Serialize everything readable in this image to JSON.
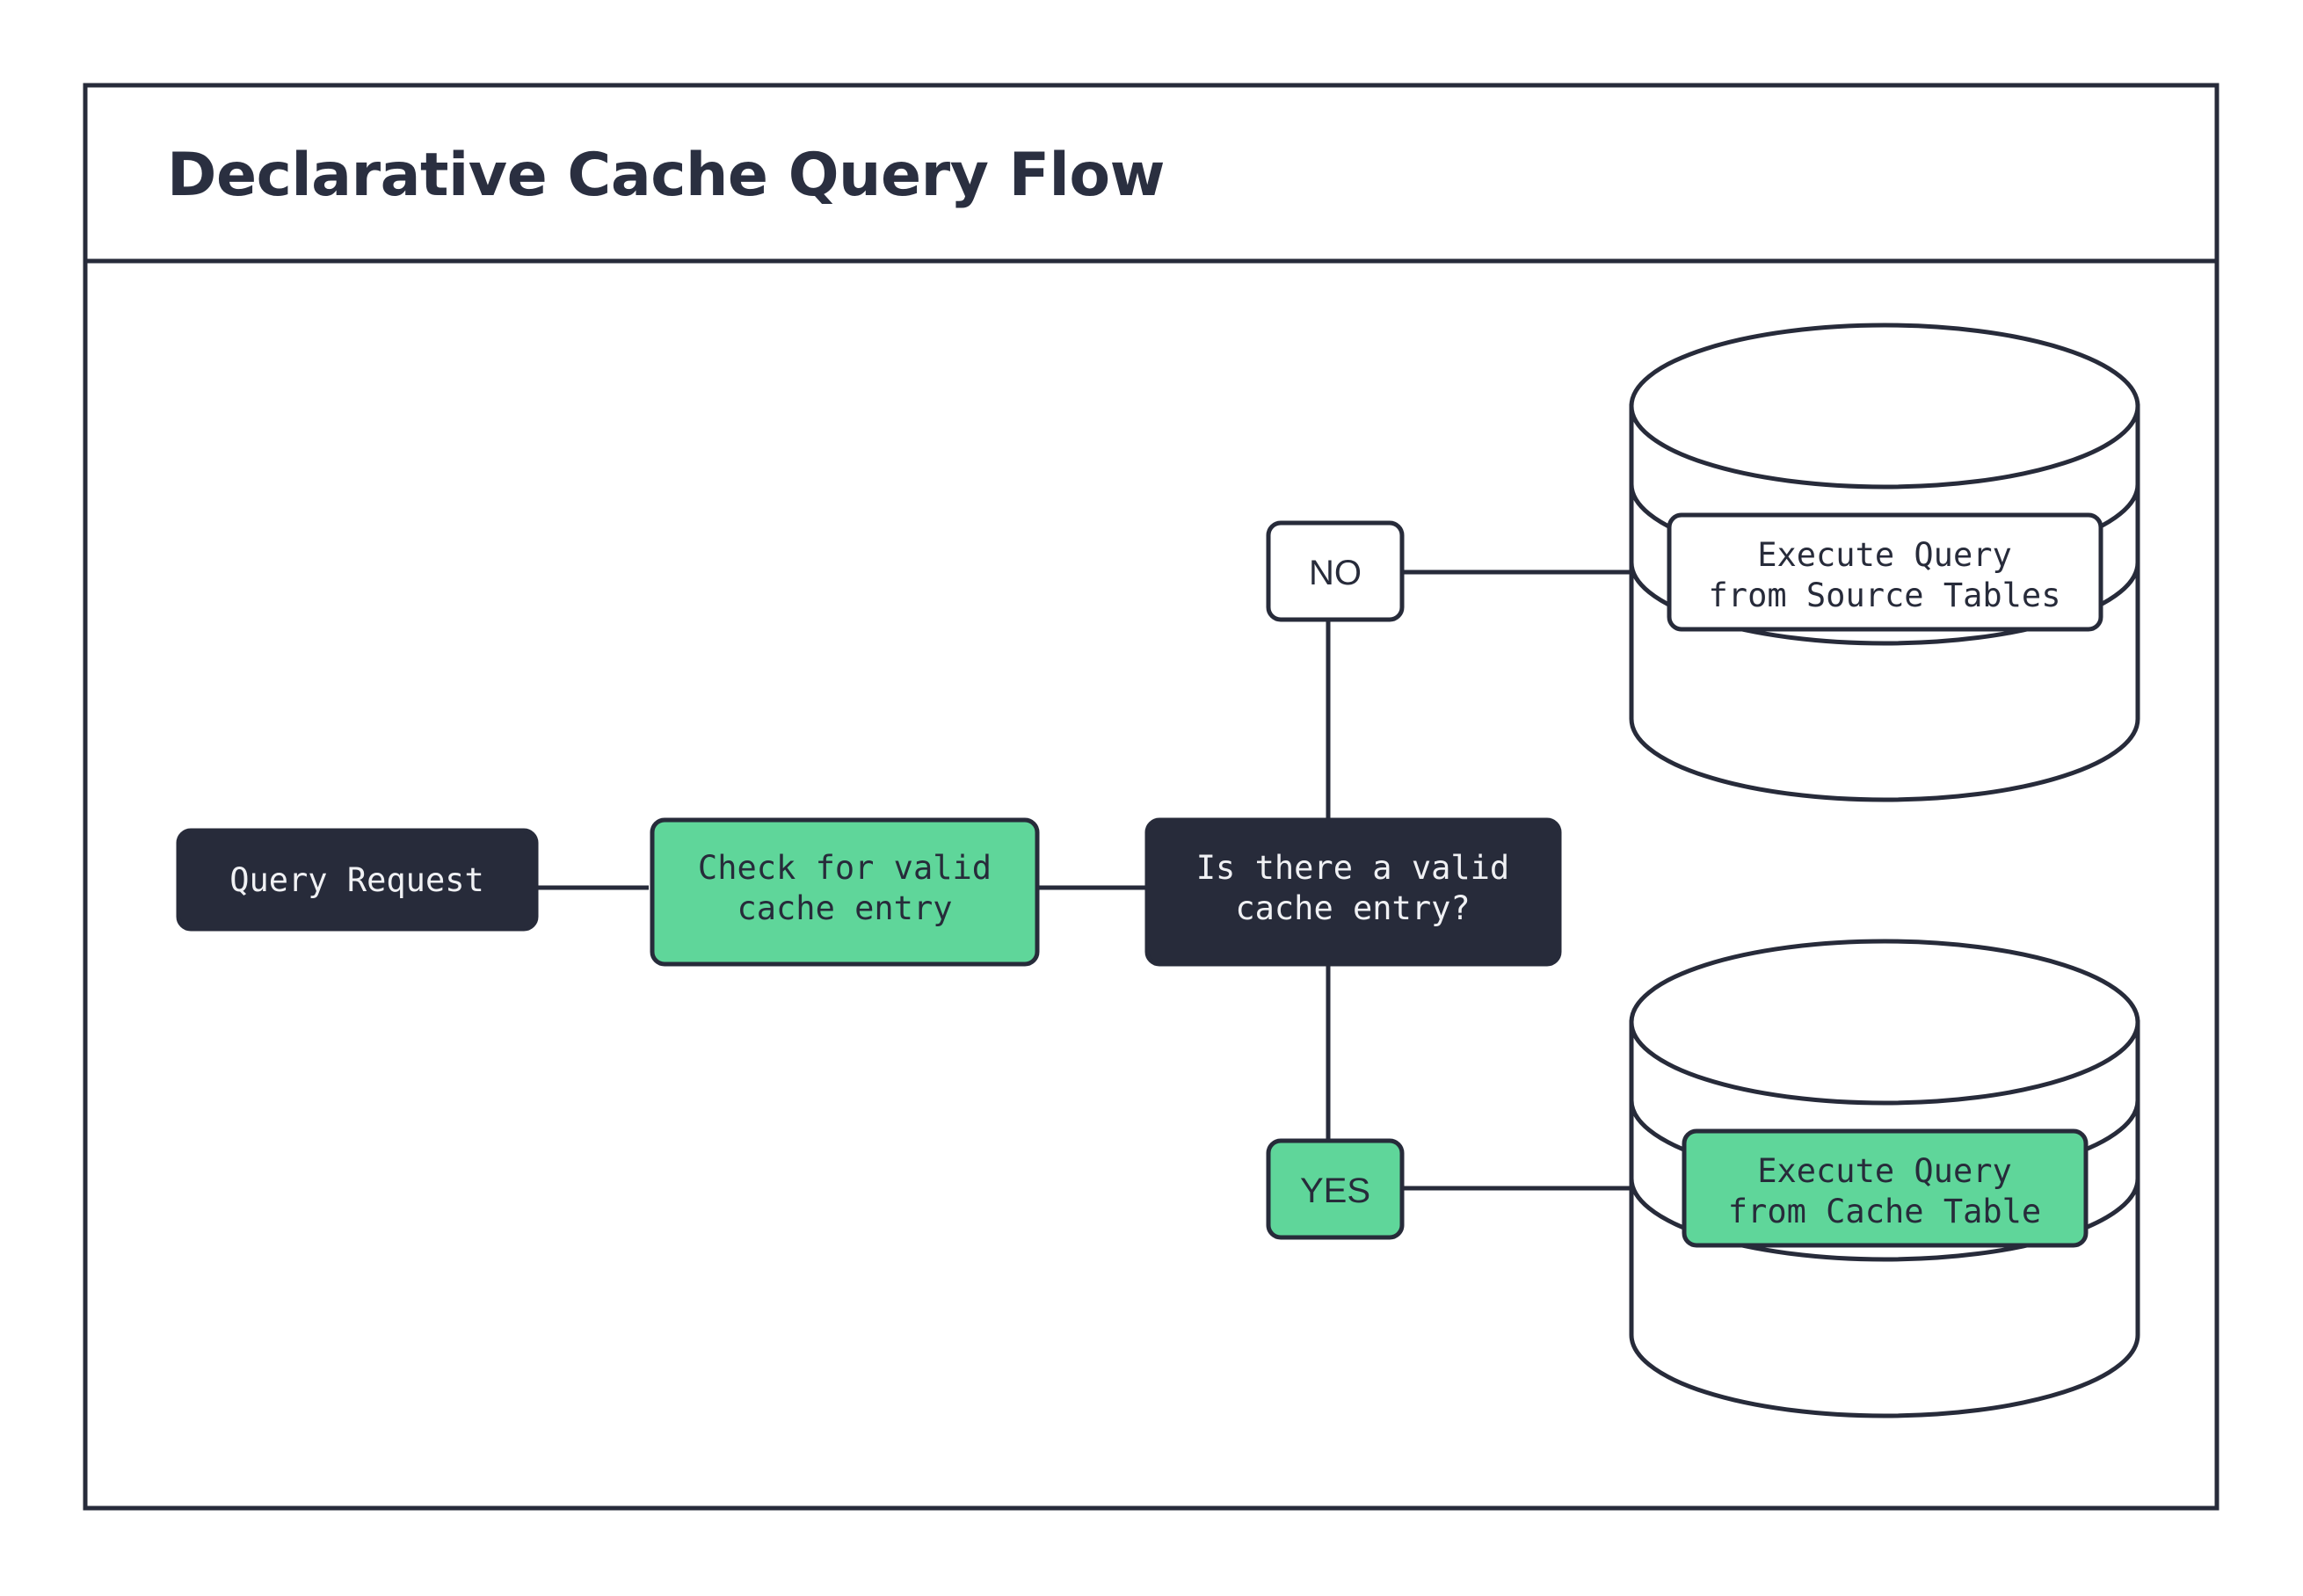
{
  "page": {
    "background_color": "#ffffff",
    "frame_border_color": "#272B3A"
  },
  "header": {
    "title": "Declarative Cache Query Flow"
  },
  "palette": {
    "dark": "#272B3A",
    "green": "#5FD69A",
    "white": "#FFFFFF",
    "text_light": "#F0F1F4"
  },
  "flow": {
    "nodes": [
      {
        "id": "query-request",
        "label": "Query Request",
        "style": "dark",
        "shape": "rounded-rect"
      },
      {
        "id": "check-cache",
        "label_line1": "Check for valid",
        "label_line2": "cache entry",
        "style": "green",
        "shape": "rounded-rect"
      },
      {
        "id": "decision",
        "label_line1": "Is there a valid",
        "label_line2": "cache entry?",
        "style": "dark",
        "shape": "rounded-rect"
      },
      {
        "id": "source-tables",
        "label_line1": "Execute Query",
        "label_line2": "from Source Tables",
        "style": "white",
        "shape": "rounded-rect-in-cylinder"
      },
      {
        "id": "cache-table",
        "label_line1": "Execute Query",
        "label_line2": "from Cache Table",
        "style": "green",
        "shape": "rounded-rect-in-cylinder"
      }
    ],
    "edge_labels": [
      {
        "id": "branch-no",
        "label": "NO",
        "style": "white"
      },
      {
        "id": "branch-yes",
        "label": "YES",
        "style": "green"
      }
    ],
    "databases": [
      {
        "id": "source-database",
        "position": "top"
      },
      {
        "id": "cache-database",
        "position": "bottom"
      }
    ]
  }
}
